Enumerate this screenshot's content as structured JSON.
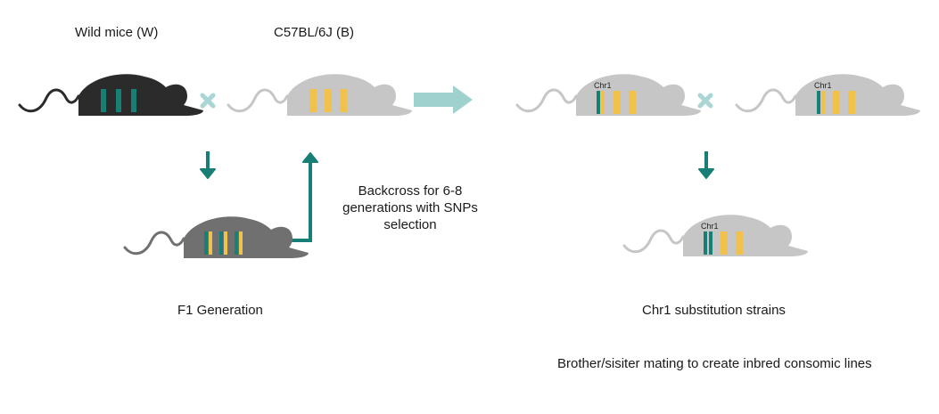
{
  "labels": {
    "wild_parent": "Wild mice (W)",
    "b6_parent": "C57BL/6J (B)",
    "f1": "F1 Generation",
    "backcross_line1": "Backcross for 6-8",
    "backcross_line2": "generations with SNPs",
    "backcross_line3": "selection",
    "substitution": "Chr1 substitution strains",
    "mating_note": "Brother/sisiter mating to create inbred consomic lines",
    "chr1_a": "Chr1",
    "chr1_b": "Chr1",
    "chr1_c": "Chr1"
  },
  "colors": {
    "wild_body": "#2b2b2b",
    "f1_body": "#707070",
    "b6_body": "#c6c6c6",
    "teal": "#187f76",
    "yellow": "#f0c14b",
    "cross": "#a9d6d4",
    "big_arrow": "#9fd2cf"
  }
}
